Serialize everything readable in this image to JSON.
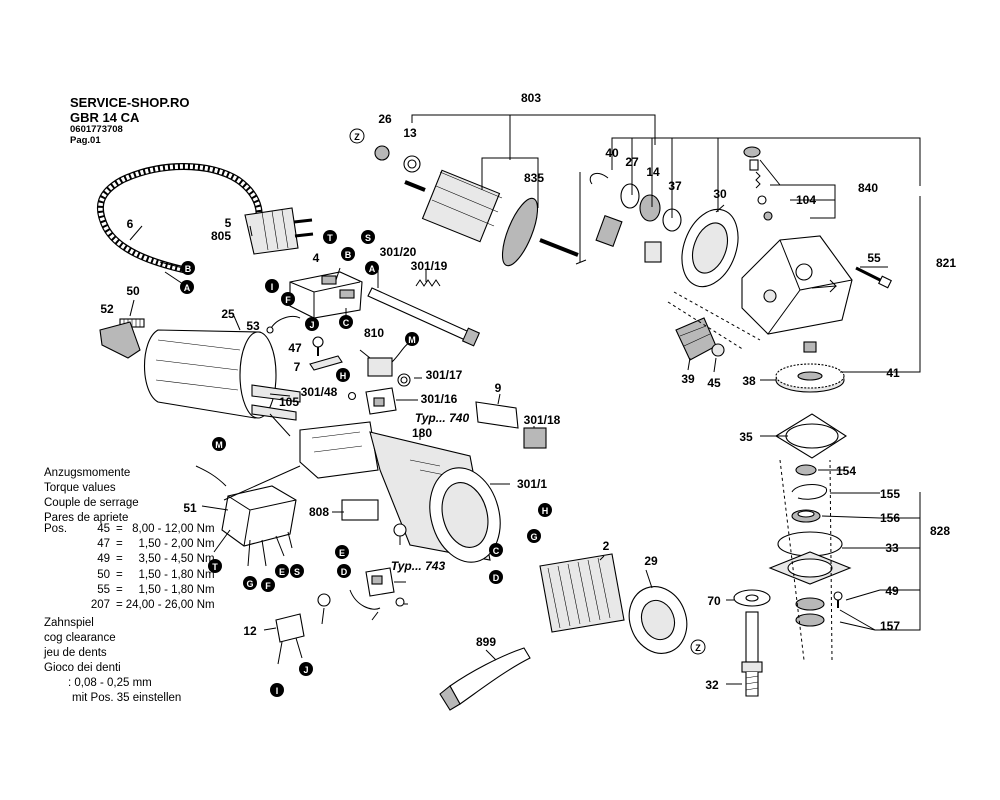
{
  "header": {
    "shop": "SERVICE-SHOP.RO",
    "model": "GBR 14 CA",
    "part_number": "0601773708",
    "page": "Pag.01"
  },
  "torque": {
    "title_lines": [
      "Anzugsmomente",
      "Torque values",
      "Couple de serrage",
      "Pares de apriete"
    ],
    "rows": [
      {
        "prefix": "Pos.",
        "pos": "45",
        "range": "8,00 - 12,00 Nm"
      },
      {
        "prefix": "",
        "pos": "47",
        "range": "1,50 -  2,00 Nm"
      },
      {
        "prefix": "",
        "pos": "49",
        "range": "3,50 -  4,50 Nm"
      },
      {
        "prefix": "",
        "pos": "50",
        "range": "1,50 -  1,80 Nm"
      },
      {
        "prefix": "",
        "pos": "55",
        "range": "1,50 -  1,80 Nm"
      },
      {
        "prefix": "",
        "pos": "207",
        "range": "24,00 - 26,00 Nm"
      }
    ]
  },
  "cog": {
    "lines": [
      "Zahnspiel",
      "cog clearance",
      "jeu de dents",
      "Gioco dei denti"
    ],
    "value": ": 0,08 - 0,25 mm",
    "note": "mit Pos. 35 einstellen"
  },
  "part_labels": [
    {
      "id": "803"
    },
    {
      "id": "26"
    },
    {
      "id": "13"
    },
    {
      "id": "835"
    },
    {
      "id": "40"
    },
    {
      "id": "27"
    },
    {
      "id": "14"
    },
    {
      "id": "37"
    },
    {
      "id": "30"
    },
    {
      "id": "840"
    },
    {
      "id": "104"
    },
    {
      "id": "55"
    },
    {
      "id": "821"
    },
    {
      "id": "6"
    },
    {
      "id": "5"
    },
    {
      "id": "805"
    },
    {
      "id": "4"
    },
    {
      "id": "301/20"
    },
    {
      "id": "301/19"
    },
    {
      "id": "52"
    },
    {
      "id": "50"
    },
    {
      "id": "25"
    },
    {
      "id": "53"
    },
    {
      "id": "810"
    },
    {
      "id": "47"
    },
    {
      "id": "7"
    },
    {
      "id": "301/17"
    },
    {
      "id": "301/48"
    },
    {
      "id": "301/16"
    },
    {
      "id": "105"
    },
    {
      "id": "9"
    },
    {
      "id": "301/18"
    },
    {
      "id": "Typ... 740"
    },
    {
      "id": "180"
    },
    {
      "id": "301/1"
    },
    {
      "id": "51"
    },
    {
      "id": "808"
    },
    {
      "id": "Typ... 743"
    },
    {
      "id": "2"
    },
    {
      "id": "29"
    },
    {
      "id": "12"
    },
    {
      "id": "899"
    },
    {
      "id": "39"
    },
    {
      "id": "45"
    },
    {
      "id": "38"
    },
    {
      "id": "41"
    },
    {
      "id": "35"
    },
    {
      "id": "154"
    },
    {
      "id": "155"
    },
    {
      "id": "156"
    },
    {
      "id": "828"
    },
    {
      "id": "33"
    },
    {
      "id": "49"
    },
    {
      "id": "70"
    },
    {
      "id": "157"
    },
    {
      "id": "32"
    }
  ],
  "connector_letters": [
    "A",
    "B",
    "C",
    "D",
    "E",
    "F",
    "G",
    "H",
    "I",
    "J",
    "M",
    "S",
    "T",
    "Z"
  ],
  "colors": {
    "line": "#000000",
    "background": "#ffffff",
    "marker_fill": "#000000",
    "part_shade": "#b8b8b8"
  }
}
